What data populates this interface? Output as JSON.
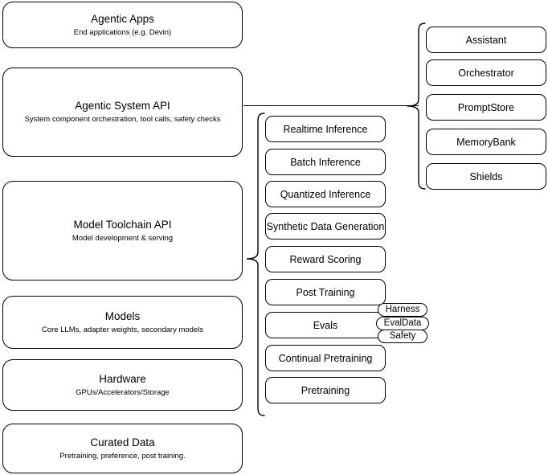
{
  "diagram": {
    "title": "LLM Stack Architecture Diagram",
    "background_color": "#ffffff",
    "stroke_color": "#000000",
    "layers": [
      {
        "title": "Agentic Apps",
        "subtitle": "End applications (e.g. Devin)"
      },
      {
        "title": "Agentic System API",
        "subtitle": "System component orchestration, tool calls, safety checks"
      },
      {
        "title": "Model Toolchain API",
        "subtitle": "Model development & serving"
      },
      {
        "title": "Models",
        "subtitle": "Core LLMs, adapter weights, secondary models"
      },
      {
        "title": "Hardware",
        "subtitle": "GPUs/Accelerators/Storage"
      },
      {
        "title": "Curated Data",
        "subtitle": "Pretraining, preference, post training."
      }
    ],
    "toolchain_components": [
      {
        "label": "Realtime Inference"
      },
      {
        "label": "Batch Inference"
      },
      {
        "label": "Quantized Inference"
      },
      {
        "label": "Synthetic Data Generation"
      },
      {
        "label": "Reward Scoring"
      },
      {
        "label": "Post Training"
      },
      {
        "label": "Evals"
      },
      {
        "label": "Continual Pretraining"
      },
      {
        "label": "Pretraining"
      }
    ],
    "agentic_components": [
      {
        "label": "Assistant"
      },
      {
        "label": "Orchestrator"
      },
      {
        "label": "PromptStore"
      },
      {
        "label": "MemoryBank"
      },
      {
        "label": "Shields"
      }
    ],
    "evals_badges": [
      {
        "label": "Harness"
      },
      {
        "label": "EvalData"
      },
      {
        "label": "Safety"
      }
    ]
  }
}
